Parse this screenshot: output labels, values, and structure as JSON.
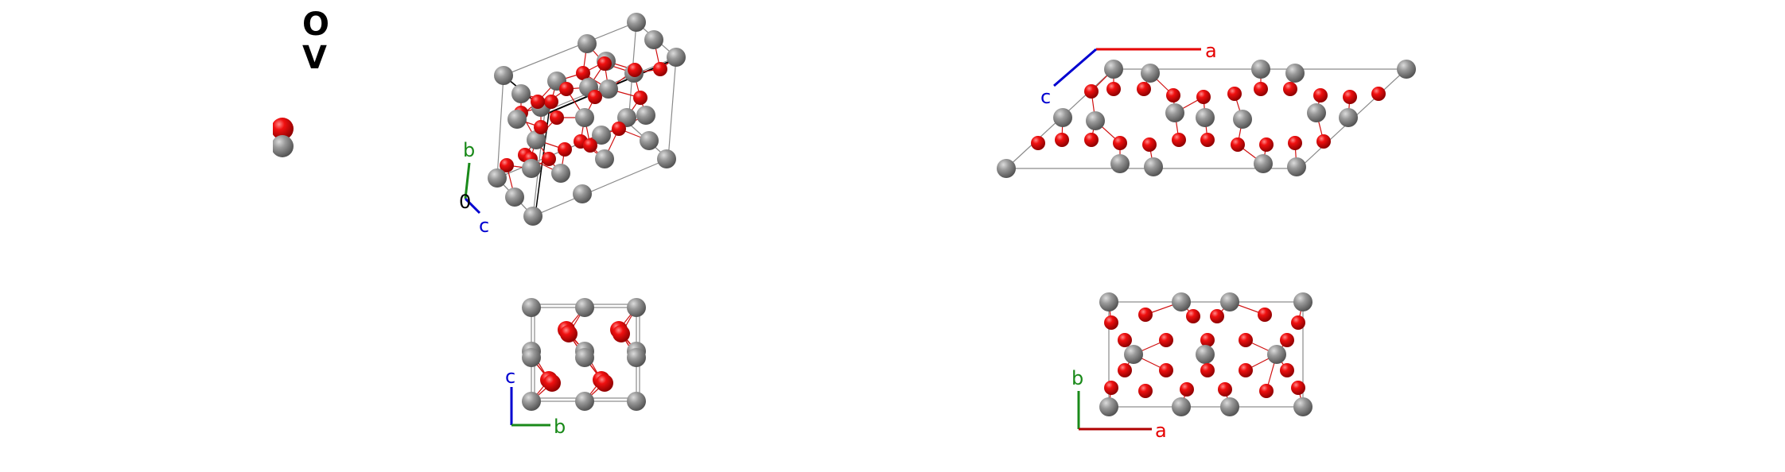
{
  "legend": {
    "elements": [
      {
        "symbol": "O",
        "color": "#e8000b"
      },
      {
        "symbol": "V",
        "color": "#8c8c8c"
      }
    ]
  },
  "axes": {
    "a": {
      "label": "a",
      "color": "#e60000"
    },
    "b": {
      "label": "b",
      "color": "#1a8a1a"
    },
    "c": {
      "label": "c",
      "color": "#0000d0"
    },
    "origin": {
      "label": "0",
      "color": "#000000"
    }
  },
  "colors": {
    "oxygen": "#e8000b",
    "vanadium": "#8c8c8c",
    "bond": "#d01010",
    "cell": "#8a8a8a"
  },
  "views": [
    {
      "name": "perspective",
      "axes_shown": [
        "0",
        "b",
        "c"
      ]
    },
    {
      "name": "top-right",
      "axes_shown": [
        "a",
        "c"
      ]
    },
    {
      "name": "bottom-left",
      "axes_shown": [
        "b",
        "c"
      ]
    },
    {
      "name": "bottom-right",
      "axes_shown": [
        "a",
        "b"
      ]
    }
  ]
}
